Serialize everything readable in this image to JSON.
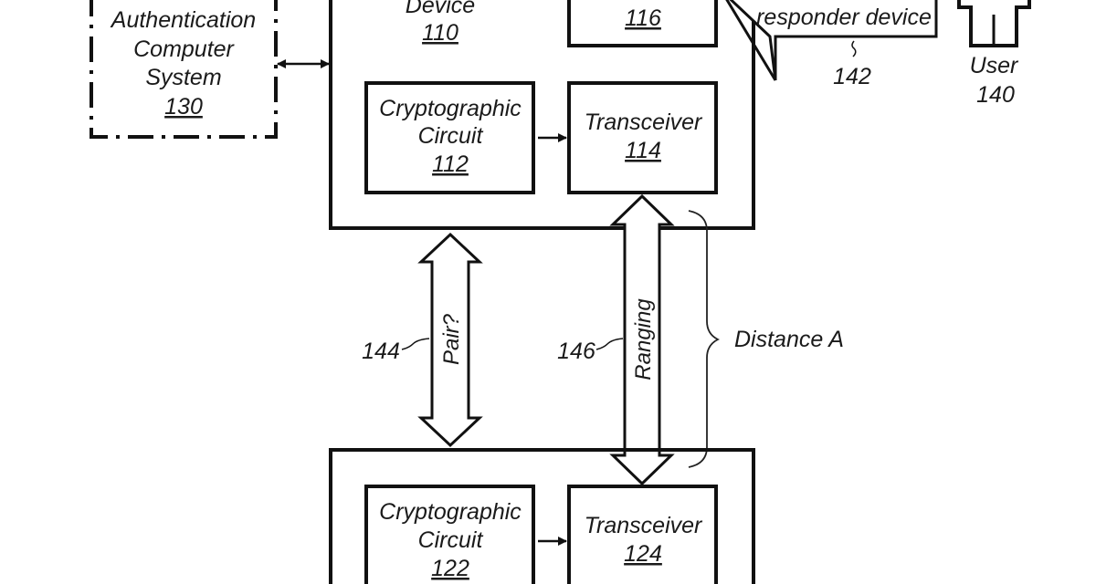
{
  "figure": {
    "authentication_system": {
      "lines": [
        "Authentication",
        "Computer",
        "System"
      ],
      "ref": "130"
    },
    "initiator_device": {
      "lines": [
        "Device"
      ],
      "ref": "110"
    },
    "component_116": {
      "ref": "116"
    },
    "crypto_circuit_112": {
      "lines": [
        "Cryptographic",
        "Circuit"
      ],
      "ref": "112"
    },
    "transceiver_114": {
      "lines": [
        "Transceiver"
      ],
      "ref": "114"
    },
    "speech_bubble": {
      "lines": [
        "responder device"
      ],
      "ref": "142"
    },
    "user": {
      "label": "User",
      "ref": "140"
    },
    "pair_arrow": {
      "label": "Pair?",
      "ref": "144"
    },
    "ranging_arrow": {
      "label": "Ranging",
      "ref": "146"
    },
    "distance": {
      "label": "Distance A"
    },
    "crypto_circuit_122": {
      "lines": [
        "Cryptographic",
        "Circuit"
      ],
      "ref": "122"
    },
    "transceiver_124": {
      "lines": [
        "Transceiver"
      ],
      "ref": "124"
    }
  },
  "colors": {
    "stroke": "#111111",
    "text": "#1a1a1a",
    "background": "#ffffff"
  }
}
